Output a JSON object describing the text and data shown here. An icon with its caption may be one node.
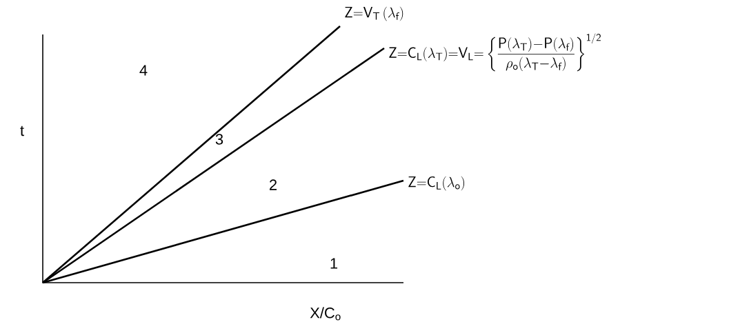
{
  "diagram": {
    "labels": [
      "\\mathsf{Z{=}V_T\\,(\\lambda_f)}",
      "4",
      "\\mathsf{Z{=}C_L(\\lambda_T){=}V_L{=}}\\left\\{\\dfrac{\\mathsf{P(\\lambda_T){-}P(\\lambda_f)}}{\\rho_{\\mathsf{o}}\\mathsf{(\\lambda_T{-}\\lambda_f)}}\\right\\}^{\\mathsf{1/2}}",
      "t",
      "3",
      "2",
      "\\mathsf{Z{=}C_L(\\lambda_o)}",
      "1",
      "X/C$_{o}$"
    ]
  }
}
